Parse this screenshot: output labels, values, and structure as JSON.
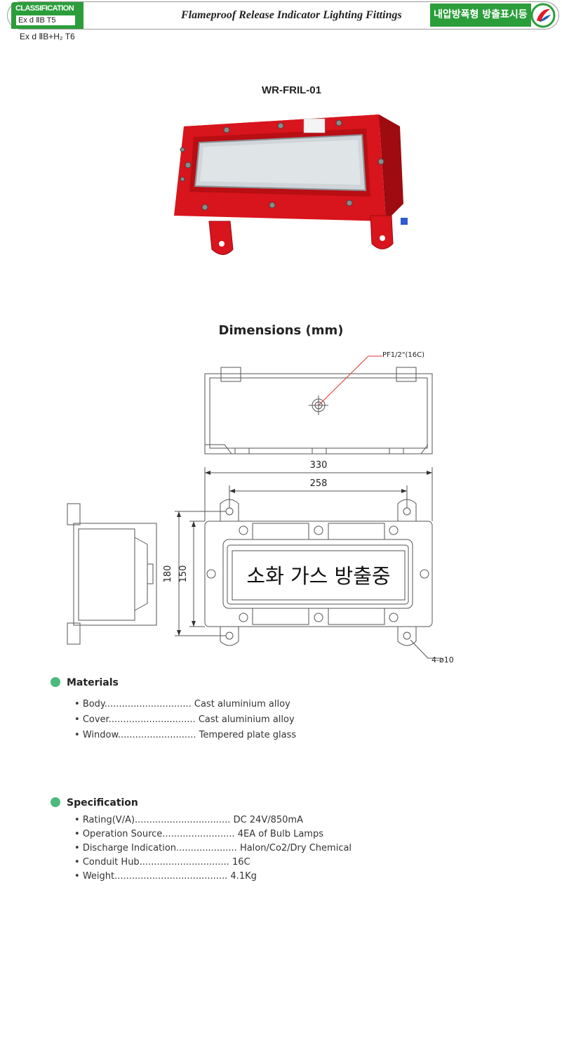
{
  "header": {
    "classification_label": "CLASSIFICATION",
    "classification_value": "Ex d ⅡB T5",
    "classification_sub": "Ex d ⅡB+H₂ T6",
    "title_en": "Flameproof Release Indicator Lighting Fittings",
    "title_kr": "내압방폭형 방출표시등"
  },
  "product": {
    "model": "WR-FRIL-01"
  },
  "dimensions": {
    "title": "Dimensions (mm)",
    "conduit_label": "PF1/2\"(16C)",
    "width_outer": "330",
    "width_inner": "258",
    "height_outer": "180",
    "height_inner": "150",
    "display_text": "소화 가스 방출중",
    "hole_label": "4-ø10"
  },
  "materials": {
    "title": "Materials",
    "items": [
      {
        "label": "Body",
        "dots": "..............................",
        "value": "Cast aluminium alloy"
      },
      {
        "label": "Cover",
        "dots": "..............................",
        "value": "Cast aluminium alloy"
      },
      {
        "label": "Window",
        "dots": "...........................",
        "value": "Tempered plate glass"
      }
    ]
  },
  "specification": {
    "title": "Specification",
    "items": [
      {
        "label": "Rating(V/A)",
        "dots": ".................................",
        "value": "DC 24V/850mA"
      },
      {
        "label": "Operation Source",
        "dots": ".........................",
        "value": "4EA of Bulb Lamps"
      },
      {
        "label": "Discharge Indication",
        "dots": ".....................",
        "value": "Halon/Co2/Dry Chemical"
      },
      {
        "label": "Conduit Hub",
        "dots": "...............................",
        "value": "16C"
      },
      {
        "label": "Weight",
        "dots": ".......................................",
        "value": "4.1Kg"
      }
    ]
  },
  "colors": {
    "brand_green": "#2b9e3b",
    "bullet_green": "#4cba7f",
    "product_red": "#d8141c"
  }
}
